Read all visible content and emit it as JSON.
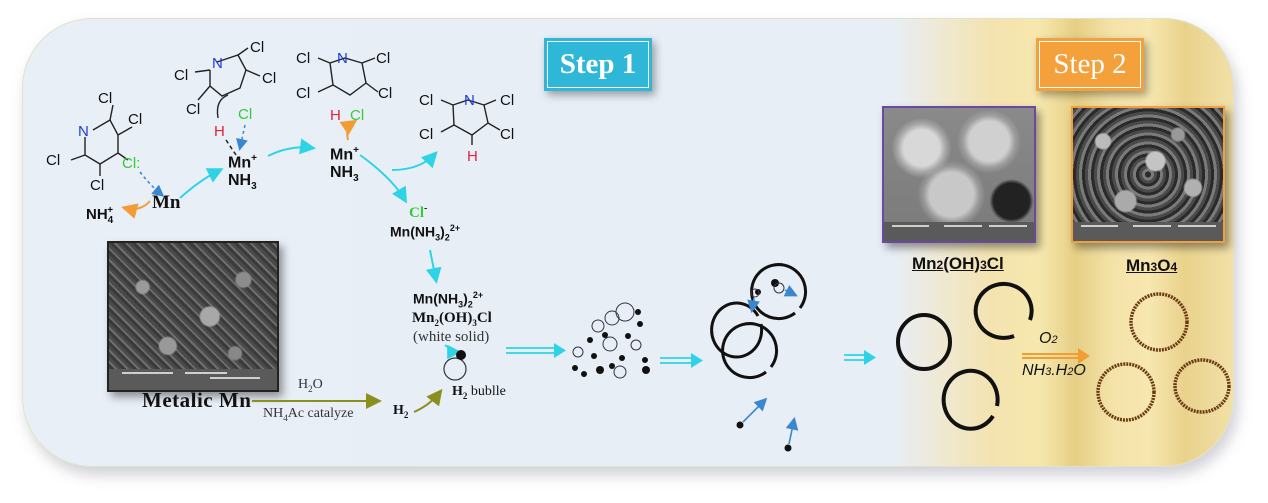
{
  "steps": {
    "step1": "Step 1",
    "step2": "Step 2"
  },
  "colors": {
    "step1_badge": "#2fb7d8",
    "step2_badge": "#f4a13c",
    "arrow_cyan": "#2ed3e6",
    "arrow_orange": "#f39c34",
    "arrow_olive": "#8a8f20",
    "arrow_blue": "#3a86cf",
    "chlorine_green": "#33cc33",
    "nitrogen_blue": "#1a3fd6",
    "hydrogen_red": "#e0243a",
    "mn3o4_brown": "#6b3a12"
  },
  "mechanism": {
    "pyridine_start": {
      "atoms": [
        "N",
        "Cl",
        "Cl",
        "Cl",
        "Cl",
        "Cl:"
      ]
    },
    "mn_metal": "Mn",
    "nh4": "NH",
    "nh4_sub": "4",
    "nh4_sup": "+",
    "complex1": {
      "mn": "Mn",
      "charge": "+",
      "ligand": "NH",
      "ligand_sub": "3"
    },
    "complex2": {
      "mn": "Mn",
      "charge": "+",
      "ligand": "NH",
      "ligand_sub": "3"
    },
    "product_pyridine": {
      "atoms": [
        "N",
        "Cl",
        "Cl",
        "Cl",
        "Cl",
        "H"
      ]
    },
    "chloride": "Cl",
    "chloride_charge": "-",
    "mn_ammine": "Mn(NH",
    "mn_ammine_sub": "3",
    "mn_ammine_close": ")",
    "mn_ammine_sub2": "2",
    "mn_ammine_charge": "2+"
  },
  "step1_lower": {
    "metallic_mn": "Metalic Mn",
    "reagent_top": "H",
    "reagent_top_sub": "2",
    "reagent_top_tail": "O",
    "reagent_bottom": "NH",
    "reagent_bottom_sub": "4",
    "reagent_bottom_tail": "Ac catalyze",
    "h2": "H",
    "h2_sub": "2",
    "mix_line1": "Mn(NH",
    "mix_line1_sub": "3",
    "mix_line1_close": ")",
    "mix_line1_sub2": "2",
    "mix_line1_charge": "2+",
    "mix_line2": "Mn",
    "mix_line2_sub": "2",
    "mix_line2_mid": "(OH)",
    "mix_line2_sub2": "3",
    "mix_line2_tail": "Cl",
    "mix_line3": "(white solid)",
    "bubble_label": "H",
    "bubble_label_sub": "2",
    "bubble_label_tail": " bublle"
  },
  "step2": {
    "product1": "Mn",
    "product1_sub": "2",
    "product1_mid": "(OH)",
    "product1_sub2": "3",
    "product1_tail": "Cl",
    "reagent_top": "O",
    "reagent_top_sub": "2",
    "reagent_bottom": "NH",
    "reagent_bottom_sub": "3",
    "reagent_bottom_mid": ".H",
    "reagent_bottom_sub2": "2",
    "reagent_bottom_tail": "O",
    "product2": "Mn",
    "product2_sub": "3",
    "product2_mid": "O",
    "product2_sub2": "4"
  },
  "images": [
    {
      "name": "sem-metallic-mn",
      "frame": "#222222"
    },
    {
      "name": "sem-mn2oh3cl",
      "frame": "#6a4aa0"
    },
    {
      "name": "sem-mn3o4",
      "frame": "#f0a040"
    }
  ]
}
